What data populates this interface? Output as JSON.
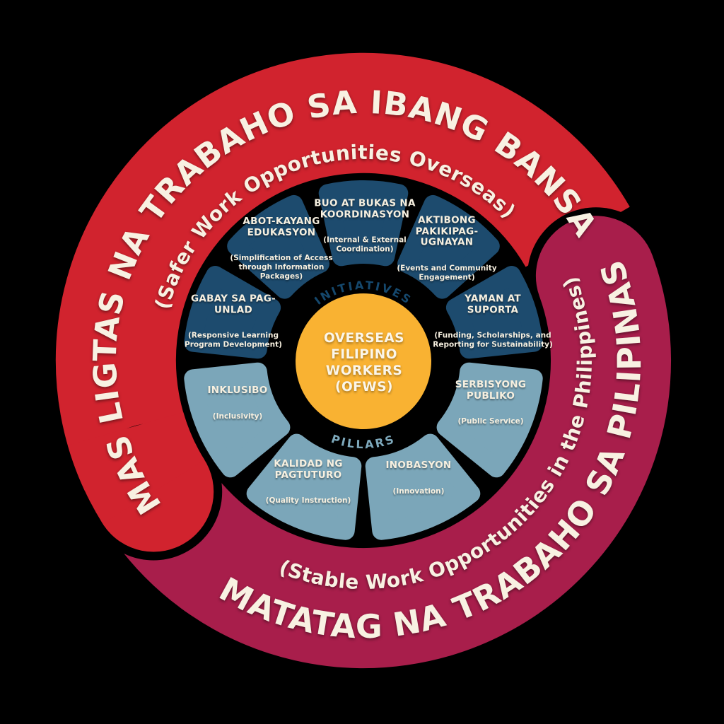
{
  "colors": {
    "background": "#000000",
    "red": "#d1232e",
    "maroon": "#a81e4b",
    "dark_blue": "#1d4b6e",
    "light_blue": "#7ba6b9",
    "yellow": "#f9b232",
    "cream": "#f8f1e2",
    "navy_text": "#15486d",
    "pillars_text": "#7ea9bc"
  },
  "outer_ring": {
    "overseas": {
      "title": "MAS LIGTAS NA TRABAHO SA IBANG BANSA",
      "subtitle": "(Safer Work Opportunities Overseas)"
    },
    "philippines": {
      "title": "MATATAG NA TRABAHO SA PILIPINAS",
      "subtitle": "(Stable Work Opportunities in the Philippines)"
    }
  },
  "ring_labels": {
    "initiatives": "INITIATIVES",
    "pillars": "PILLARS"
  },
  "center": {
    "label": "OVERSEAS\nFILIPINO\nWORKERS\n(OFWS)"
  },
  "initiatives": [
    {
      "title": "GABAY SA PAG-\nUNLAD",
      "subtitle": "(Responsive Learning\nProgram Development)"
    },
    {
      "title": "ABOT-KAYANG\nEDUKASYON",
      "subtitle": "(Simplification of Access\nthrough Information\nPackages)"
    },
    {
      "title": "BUO AT BUKAS NA\nKOORDINASYON",
      "subtitle": "(Internal & External\nCoordination)"
    },
    {
      "title": "AKTIBONG\nPAKIKIPAG-\nUGNAYAN",
      "subtitle": "(Events and Community\nEngagement)"
    },
    {
      "title": "YAMAN AT\nSUPORTA",
      "subtitle": "(Funding, Scholarships, and\nReporting for Sustainability)"
    }
  ],
  "pillars": [
    {
      "title": "INKLUSIBO",
      "subtitle": "(Inclusivity)"
    },
    {
      "title": "KALIDAD NG\nPAGTUTURO",
      "subtitle": "(Quality Instruction)"
    },
    {
      "title": "INOBASYON",
      "subtitle": "(Innovation)"
    },
    {
      "title": "SERBISYONG\nPUBLIKO",
      "subtitle": "(Public Service)"
    }
  ]
}
